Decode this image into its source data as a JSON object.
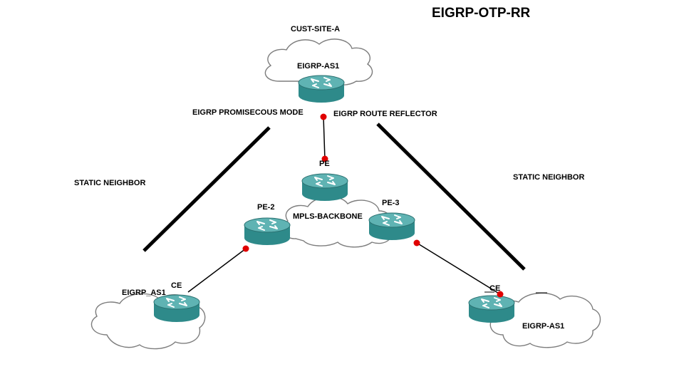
{
  "title": "EIGRP-OTP-RR",
  "labels": {
    "cust_site": "CUST-SITE-A",
    "eigrp_as1_top": "EIGRP-AS1",
    "promiscuous": "EIGRP PROMISECOUS MODE",
    "route_reflector": "EIGRP ROUTE REFLECTOR",
    "static_left": "STATIC NEIGHBOR",
    "static_right": "STATIC NEIGHBOR",
    "pe": "PE",
    "pe2": "PE-2",
    "pe3": "PE-3",
    "mpls": "MPLS-BACKBONE",
    "ce_left": "CE",
    "eigrp_as1_left": "EIGRP_AS1",
    "ce_right": "CE",
    "eigrp_as1_right": "EIGRP-AS1"
  },
  "colors": {
    "router_body": "#2e8a8a",
    "router_top": "#5fb3b3",
    "link_dot": "#e00000",
    "cloud_stroke": "#7d7d7d"
  },
  "icons": [
    "router-icon",
    "cloud-icon"
  ]
}
